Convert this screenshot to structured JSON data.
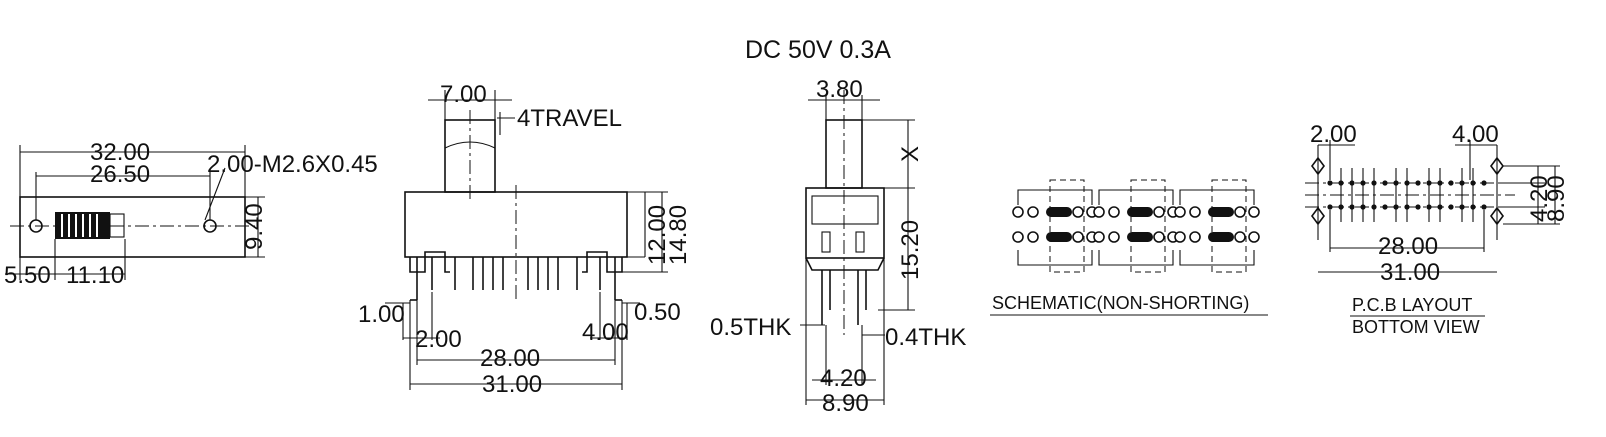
{
  "title": "DC  50V  0.3A",
  "front_view": {
    "dims": {
      "len_32": "32.00",
      "len_26_5": "26.50",
      "hole": "2.00-M2.6X0.45",
      "h_9_4": "9.40",
      "off_5_5": "5.50",
      "w_11_1": "11.10"
    }
  },
  "side_view": {
    "dims": {
      "knob_7": "7.00",
      "travel": "4TRAVEL",
      "h_12": "12.00",
      "h_14_8": "14.80",
      "d_1": "1.00",
      "d_2": "2.00",
      "d_28": "28.00",
      "d_31": "31.00",
      "d_4": "4.00",
      "d_0_5": "0.50"
    }
  },
  "end_view": {
    "dims": {
      "knob_3_8": "3.80",
      "x": "X",
      "h_15_2": "15.20",
      "thk_05": "0.5THK",
      "thk_04": "0.4THK",
      "w_4_2": "4.20",
      "w_8_9": "8.90"
    }
  },
  "schematic": {
    "label": "SCHEMATIC(NON-SHORTING)"
  },
  "pcb": {
    "label_1": "P.C.B LAYOUT",
    "label_2": "BOTTOM VIEW",
    "dims": {
      "d_2": "2.00",
      "d_4": "4.00",
      "d_28": "28.00",
      "d_31": "31.00",
      "d_4_2": "4.20",
      "d_8_9": "8.90"
    }
  }
}
